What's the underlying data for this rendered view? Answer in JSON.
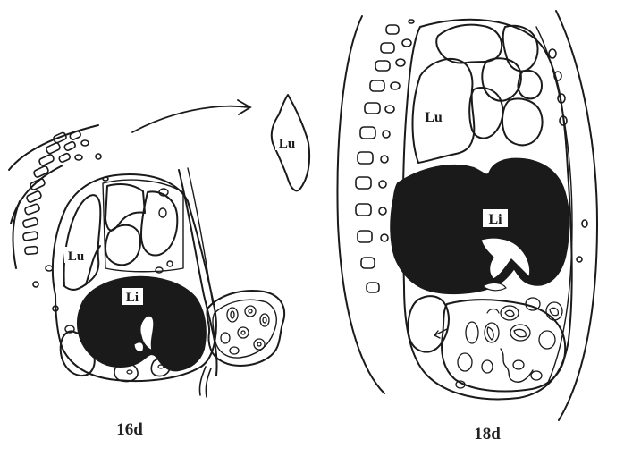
{
  "panels": [
    {
      "caption": "16d",
      "labels": {
        "lung": "Lu",
        "liver": "Li"
      }
    },
    {
      "caption": "18d",
      "labels": {
        "lung": "Lu",
        "liver": "Li"
      }
    }
  ],
  "detached_lung": {
    "label": "Lu"
  },
  "colors": {
    "ink": "#1a1a1a",
    "paper": "#ffffff"
  }
}
